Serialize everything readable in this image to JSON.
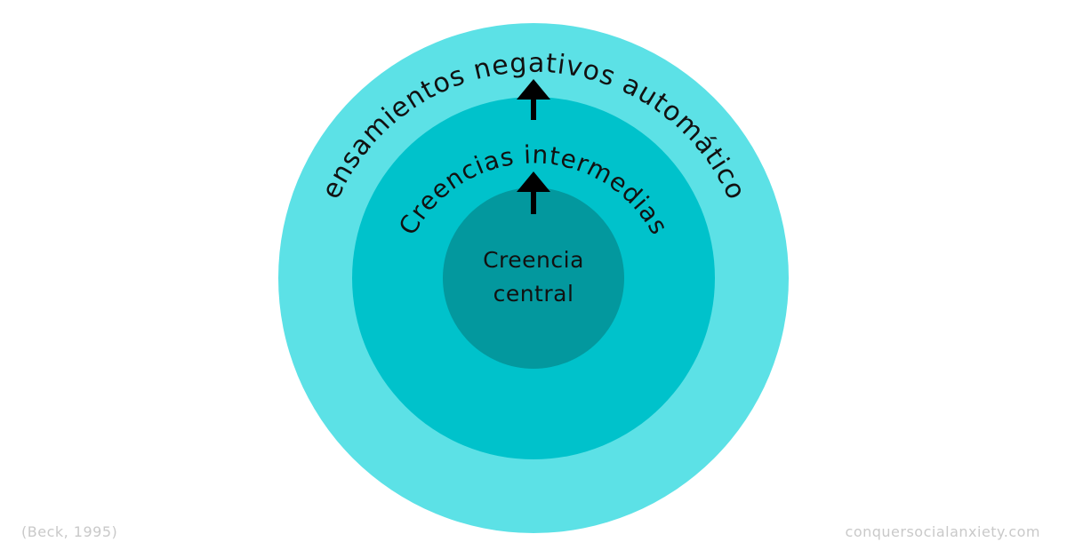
{
  "diagram": {
    "outer_label": "Pensamientos negativos automáticos",
    "middle_label": "Creencias intermedias",
    "center_label_line1": "Creencia",
    "center_label_line2": "central"
  },
  "colors": {
    "outer": "#5ce1e6",
    "middle": "#00c2cb",
    "inner": "#03989e",
    "arrow": "#000000",
    "footer": "#c9c9c9"
  },
  "footer": {
    "citation": "(Beck, 1995)",
    "website": "conquersocialanxiety.com"
  }
}
